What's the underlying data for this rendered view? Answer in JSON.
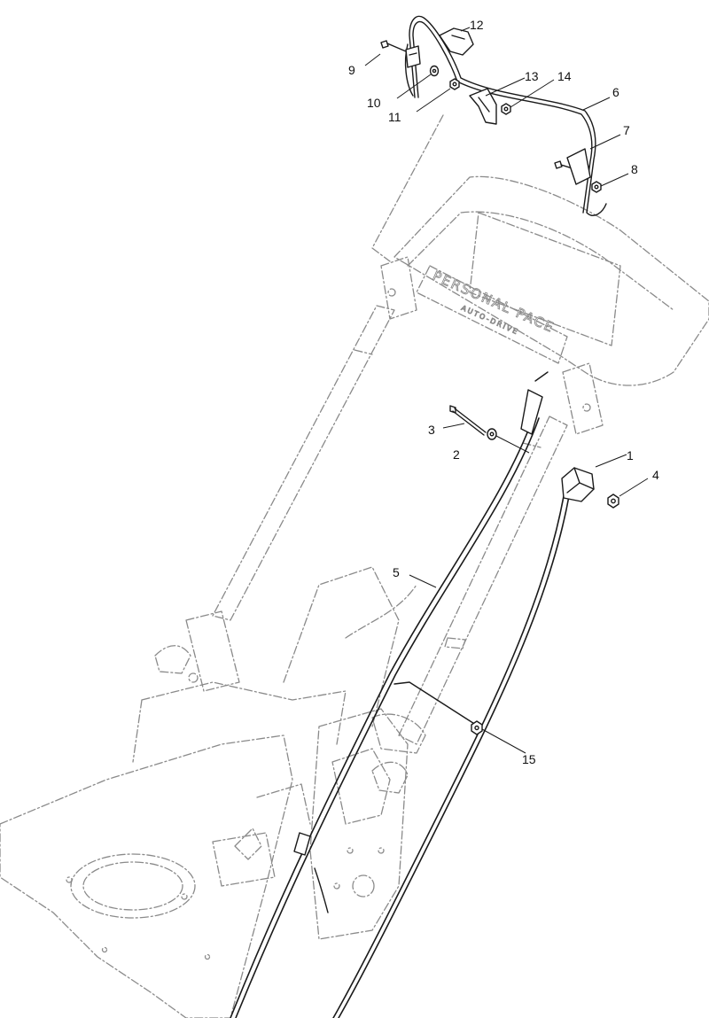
{
  "diagram": {
    "decal": {
      "brand_line": "PERSONAL PACE",
      "sub_line": "AUTO-DRIVE"
    },
    "callouts": [
      {
        "id": "1",
        "label": "1"
      },
      {
        "id": "2",
        "label": "2"
      },
      {
        "id": "3",
        "label": "3"
      },
      {
        "id": "4",
        "label": "4"
      },
      {
        "id": "5",
        "label": "5"
      },
      {
        "id": "6",
        "label": "6"
      },
      {
        "id": "7",
        "label": "7"
      },
      {
        "id": "8",
        "label": "8"
      },
      {
        "id": "9",
        "label": "9"
      },
      {
        "id": "10",
        "label": "10"
      },
      {
        "id": "11",
        "label": "11"
      },
      {
        "id": "12",
        "label": "12"
      },
      {
        "id": "13",
        "label": "13"
      },
      {
        "id": "14",
        "label": "14"
      },
      {
        "id": "15",
        "label": "15"
      }
    ]
  }
}
